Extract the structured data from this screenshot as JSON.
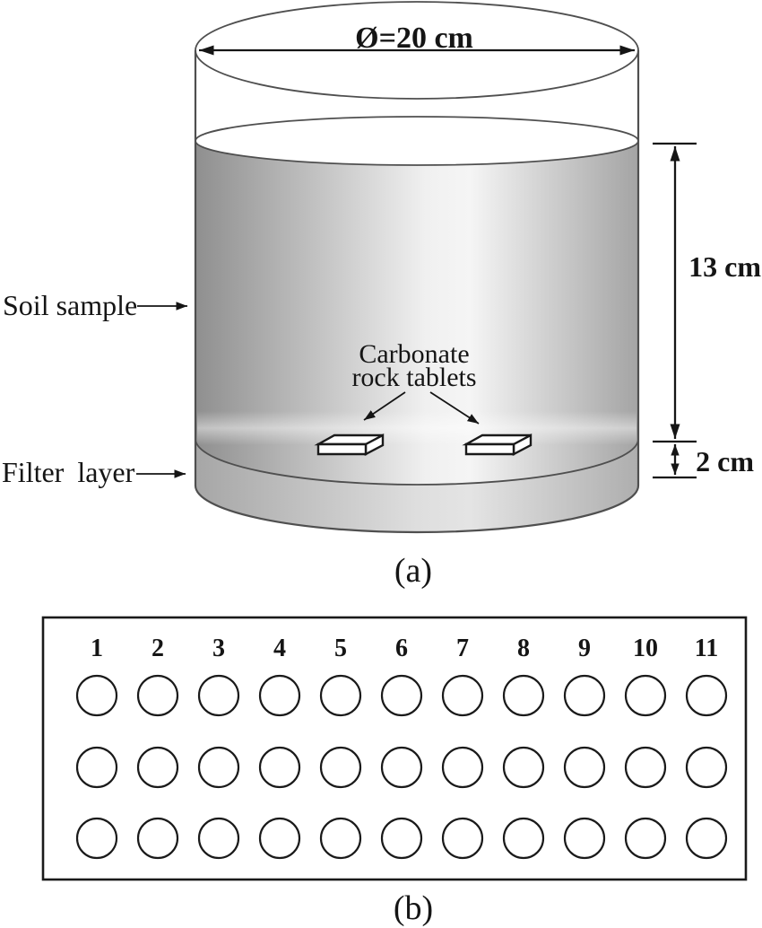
{
  "figure": {
    "panel_a": {
      "diameter_label": "Ø=20 cm",
      "soil_height_label": "13 cm",
      "filter_height_label": "2 cm",
      "soil_label": "Soil sample",
      "filter_label": "Filter layer",
      "tablets_label_line1": "Carbonate",
      "tablets_label_line2": "rock tablets",
      "caption": "(a)"
    },
    "panel_b": {
      "column_numbers": [
        "1",
        "2",
        "3",
        "4",
        "5",
        "6",
        "7",
        "8",
        "9",
        "10",
        "11"
      ],
      "row_count": 3,
      "caption": "(b)"
    },
    "colors": {
      "ink": "#151515",
      "cylinder_outline": "#4f4f4f",
      "soil_dark": "#8f8f8f",
      "soil_light": "#f3f3f3",
      "filter_dark": "#a6a6a6",
      "filter_light": "#e3e3e3",
      "bottom_dark": "#919191",
      "bottom_light": "#ececec",
      "well_fill": "#ffffff"
    }
  }
}
